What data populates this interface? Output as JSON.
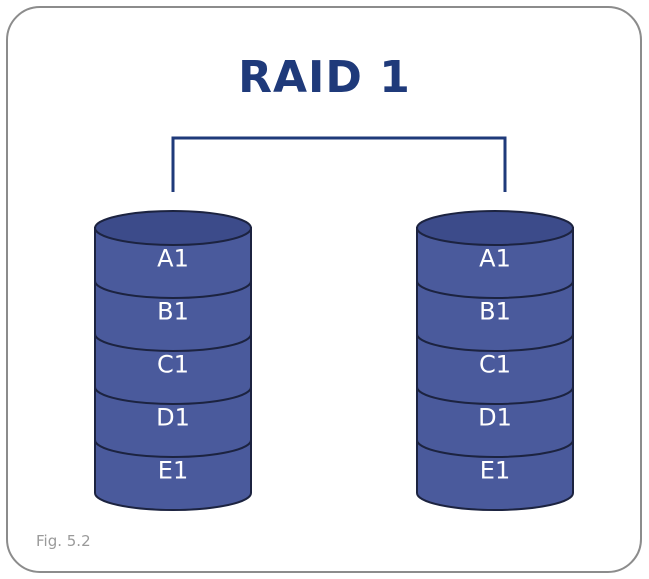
{
  "title": "RAID 1",
  "caption": "Fig. 5.2",
  "colors": {
    "disk_fill": "#4a5a9c",
    "disk_top": "#3c4b8a",
    "disk_stroke": "#1c2340",
    "connector": "#1f3a7a",
    "title": "#1f3a7a",
    "frame": "#8c8c8c",
    "caption": "#9a9a9a"
  },
  "disks": [
    {
      "segments": [
        "A1",
        "B1",
        "C1",
        "D1",
        "E1"
      ]
    },
    {
      "segments": [
        "A1",
        "B1",
        "C1",
        "D1",
        "E1"
      ]
    }
  ]
}
